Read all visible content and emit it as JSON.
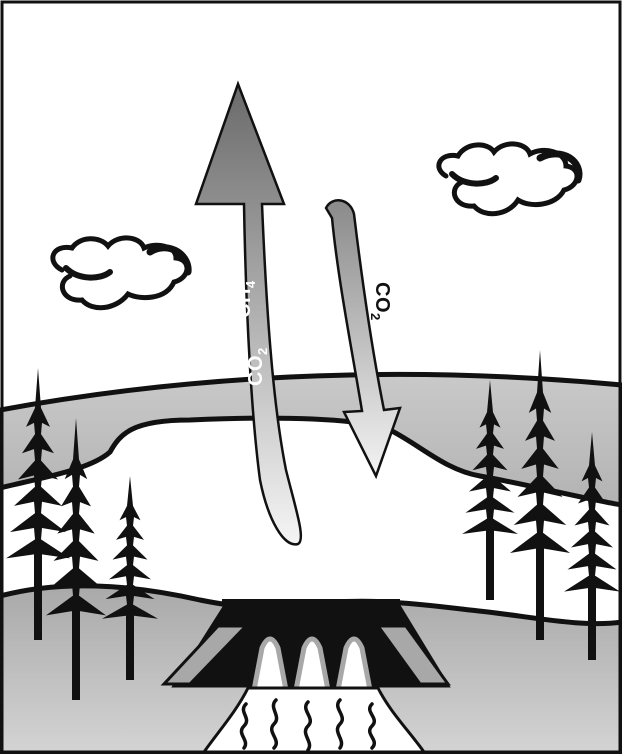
{
  "labels": {
    "up_co2": "CO",
    "up_ch4": "CH",
    "down_co2": "CO",
    "sub_two": "2",
    "sub_four": "4"
  },
  "colors": {
    "background": "#ffffff",
    "outline": "#111111",
    "hill_back": "#b8b8b8",
    "hill_front": "#c4c4c4",
    "lake": "#ffffff",
    "dam": "#111111",
    "spillway": "#a8a8a8",
    "arrow_dark": "#6f6f6f",
    "arrow_light": "#f4f4f4"
  },
  "icons": {
    "tree": "conifer-tree-icon",
    "cloud": "cloud-icon",
    "dam": "hydroelectric-dam-icon",
    "water": "turbulent-water-icon"
  }
}
